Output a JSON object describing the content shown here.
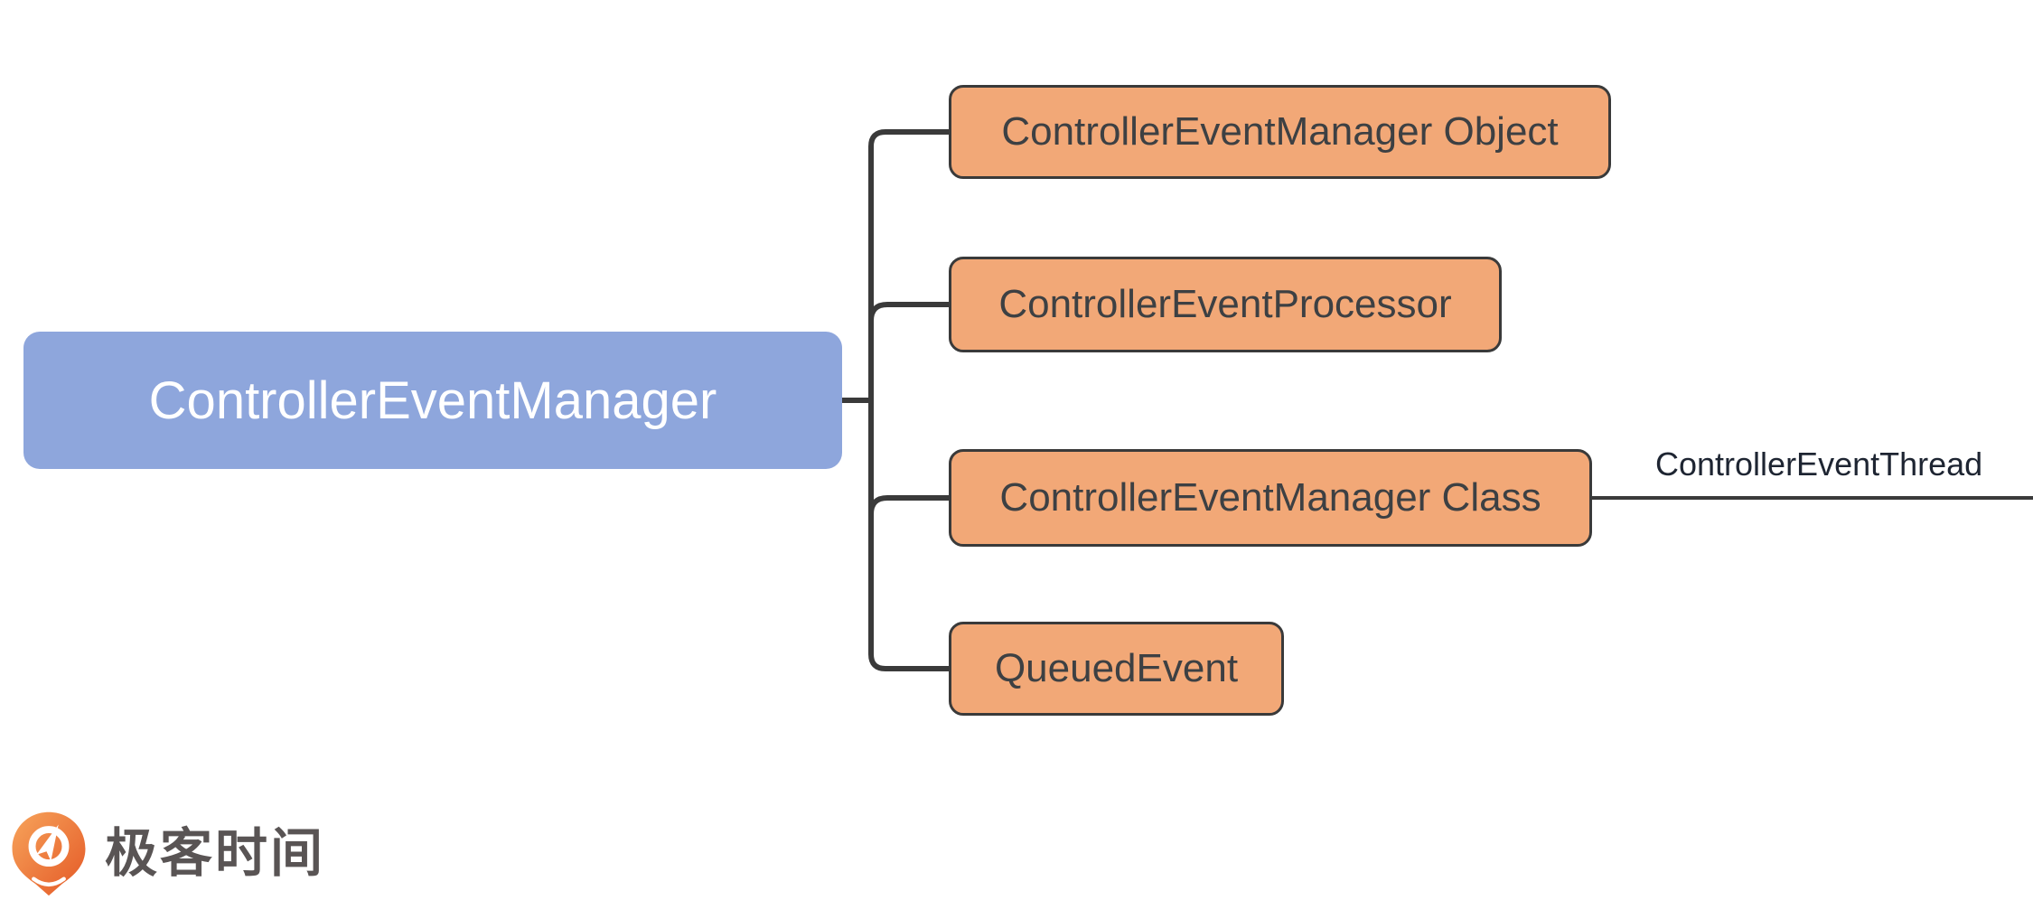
{
  "diagram": {
    "root": {
      "label": "ControllerEventManager"
    },
    "children": [
      {
        "label": "ControllerEventManager Object"
      },
      {
        "label": "ControllerEventProcessor"
      },
      {
        "label": "ControllerEventManager Class",
        "children": [
          {
            "label": "ControllerEventThread"
          }
        ]
      },
      {
        "label": "QueuedEvent"
      }
    ]
  },
  "footer": {
    "logo_icon": "geektime-pin-icon",
    "logo_text": "极客时间"
  },
  "colors": {
    "root-fill": "#8EA6DC",
    "root-text": "#FFFFFF",
    "child-fill": "#F2A877",
    "child-border": "#3A3A3A",
    "child-text": "#3D4043",
    "line": "#3A3A3A",
    "thread-text": "#1E2532",
    "logo-grad-light": "#F7A45B",
    "logo-grad-dark": "#E45826",
    "logo-text": "#595454"
  }
}
